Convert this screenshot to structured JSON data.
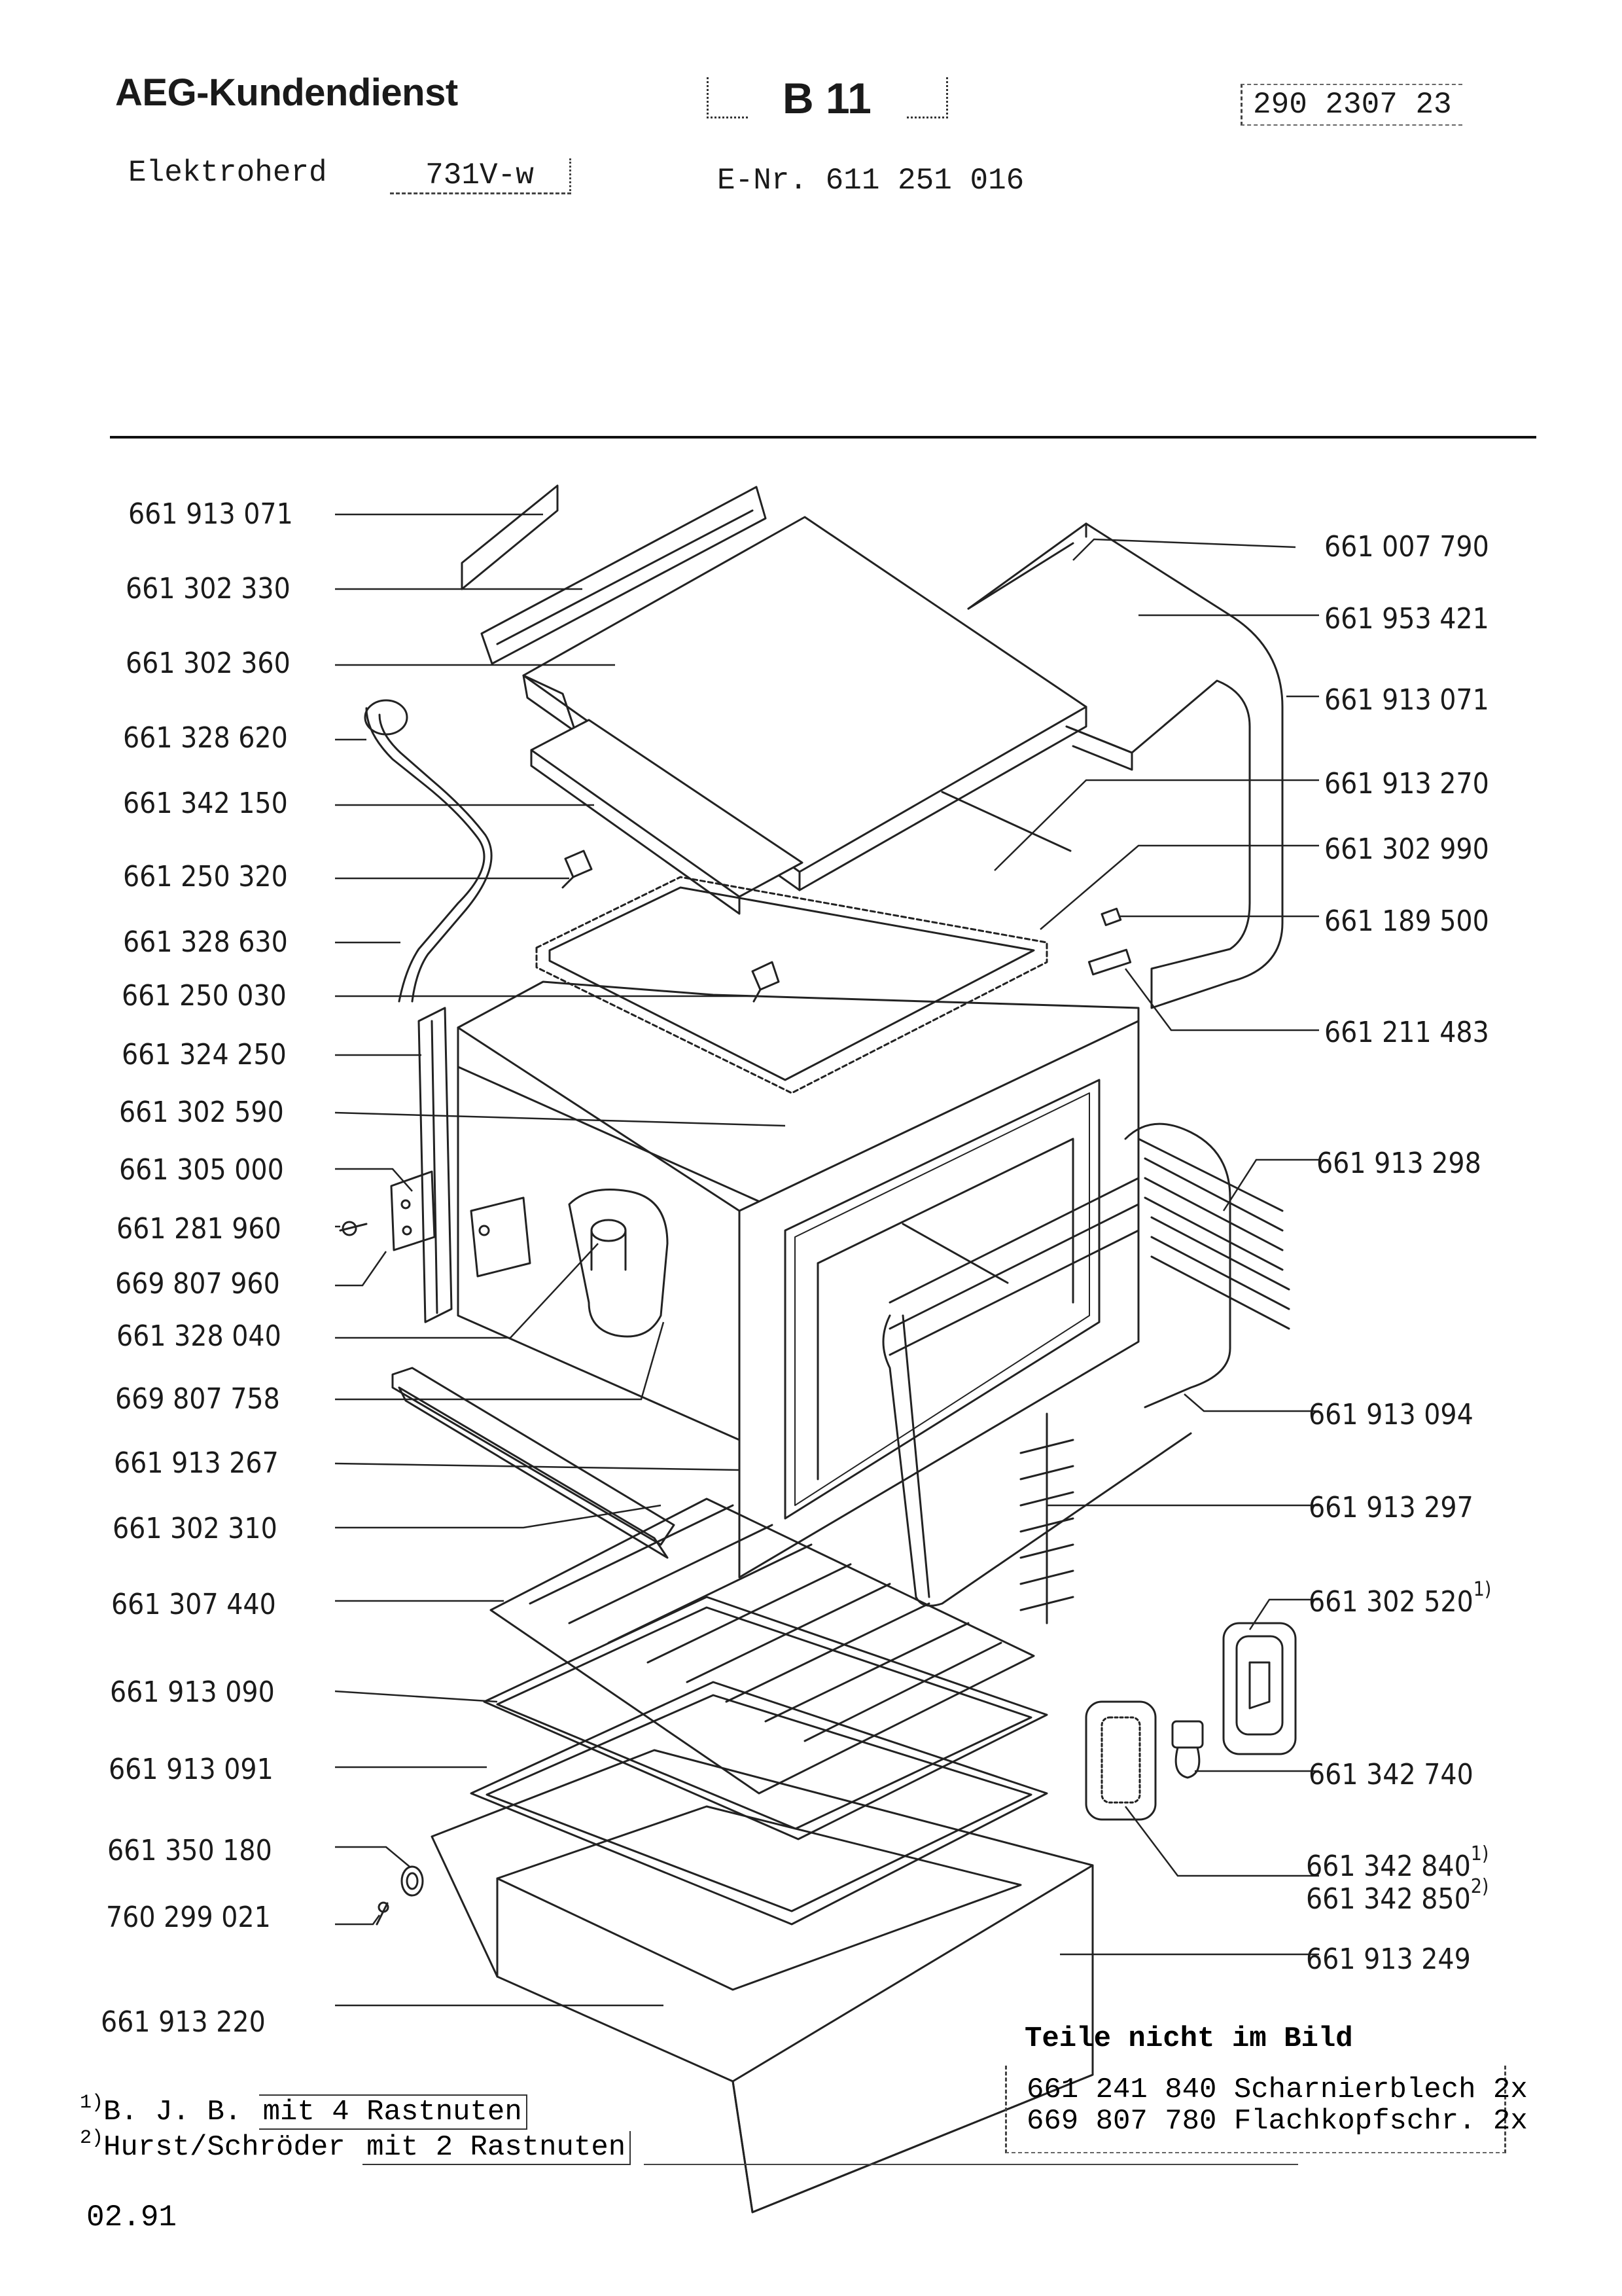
{
  "header": {
    "brand": "AEG-Kundendienst",
    "sheet": "B 11",
    "document_number": "290 2307 23",
    "product": "Elektroherd",
    "model": "731V-w",
    "e_nr": "E-Nr. 611 251 016"
  },
  "parts_left": [
    {
      "num": "661 913 071"
    },
    {
      "num": "661 302 330"
    },
    {
      "num": "661 302 360"
    },
    {
      "num": "661 328 620"
    },
    {
      "num": "661 342 150"
    },
    {
      "num": "661 250 320"
    },
    {
      "num": "661 328 630"
    },
    {
      "num": "661 250 030"
    },
    {
      "num": "661 324 250"
    },
    {
      "num": "661 302 590"
    },
    {
      "num": "661 305 000"
    },
    {
      "num": "661 281 960"
    },
    {
      "num": "669 807 960"
    },
    {
      "num": "661 328 040"
    },
    {
      "num": "669 807 758"
    },
    {
      "num": "661 913 267"
    },
    {
      "num": "661 302 310"
    },
    {
      "num": "661 307 440"
    },
    {
      "num": "661 913 090"
    },
    {
      "num": "661 913 091"
    },
    {
      "num": "661 350 180"
    },
    {
      "num": "760 299 021"
    },
    {
      "num": "661 913 220"
    }
  ],
  "parts_right": [
    {
      "num": "661 007 790",
      "mark": ""
    },
    {
      "num": "661 953 421",
      "mark": ""
    },
    {
      "num": "661 913 071",
      "mark": ""
    },
    {
      "num": "661 913 270",
      "mark": ""
    },
    {
      "num": "661 302 990",
      "mark": ""
    },
    {
      "num": "661 189 500",
      "mark": ""
    },
    {
      "num": "661 211 483",
      "mark": ""
    },
    {
      "num": "661 913 298",
      "mark": ""
    },
    {
      "num": "661 913 094",
      "mark": ""
    },
    {
      "num": "661 913 297",
      "mark": ""
    },
    {
      "num": "661 302 520",
      "mark": "1)"
    },
    {
      "num": "661 342 740",
      "mark": ""
    },
    {
      "num": "661 342 840",
      "mark": "1)"
    },
    {
      "num": "661 342 850",
      "mark": "2)"
    },
    {
      "num": "661 913 249",
      "mark": ""
    }
  ],
  "not_shown": {
    "title": "Teile nicht im Bild",
    "rows": [
      "661 241 840 Scharnierblech 2x",
      "669 807 780 Flachkopfschr. 2x"
    ]
  },
  "footnotes": [
    {
      "mark": "1)",
      "maker": "B. J. B.",
      "detail": "mit 4 Rastnuten"
    },
    {
      "mark": "2)",
      "maker": "Hurst/Schröder",
      "detail": "mit 2 Rastnuten"
    }
  ],
  "date": "02.91"
}
